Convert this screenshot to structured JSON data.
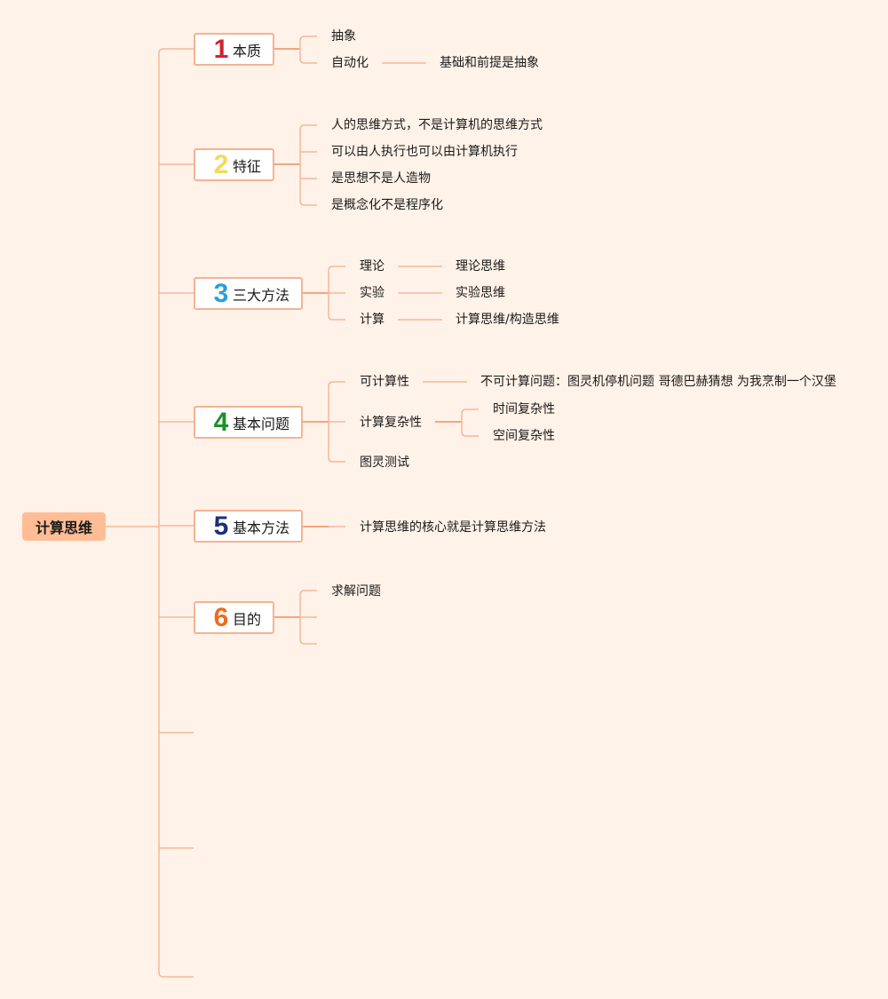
{
  "root": {
    "label": "计算思维"
  },
  "branches": [
    {
      "number": "1",
      "color": "#d0232f",
      "label": "本质",
      "children": [
        {
          "label": "抽象"
        },
        {
          "label": "自动化",
          "children": [
            {
              "label": "基础和前提是抽象"
            }
          ]
        }
      ]
    },
    {
      "number": "2",
      "color": "#f2d95a",
      "label": "特征",
      "children": [
        {
          "label": "人的思维方式，不是计算机的思维方式"
        },
        {
          "label": "可以由人执行也可以由计算机执行"
        },
        {
          "label": "是思想不是人造物"
        },
        {
          "label": "是概念化不是程序化"
        }
      ]
    },
    {
      "number": "3",
      "color": "#2b9fd8",
      "label": "三大方法",
      "children": [
        {
          "label": "理论",
          "children": [
            {
              "label": "理论思维"
            }
          ]
        },
        {
          "label": "实验",
          "children": [
            {
              "label": "实验思维"
            }
          ]
        },
        {
          "label": "计算",
          "children": [
            {
              "label": "计算思维/构造思维"
            }
          ]
        }
      ]
    },
    {
      "number": "4",
      "color": "#1f8f2e",
      "label": "基本问题",
      "children": [
        {
          "label": "可计算性",
          "children": [
            {
              "label": "不可计算问题：图灵机停机问题 哥德巴赫猜想 为我烹制一个汉堡"
            }
          ]
        },
        {
          "label": "计算复杂性",
          "children": [
            {
              "label": "时间复杂性"
            },
            {
              "label": "空间复杂性"
            }
          ]
        },
        {
          "label": "图灵测试"
        }
      ]
    },
    {
      "number": "5",
      "color": "#1e2f7a",
      "label": "基本方法",
      "children": [
        {
          "label": "计算思维的核心就是计算思维方法"
        }
      ]
    },
    {
      "number": "6",
      "color": "#ef6b1f",
      "label": "目的",
      "children": [
        {
          "label": "求解问题"
        },
        {
          "label": ""
        },
        {
          "label": ""
        }
      ]
    }
  ],
  "empty_branches": 3
}
